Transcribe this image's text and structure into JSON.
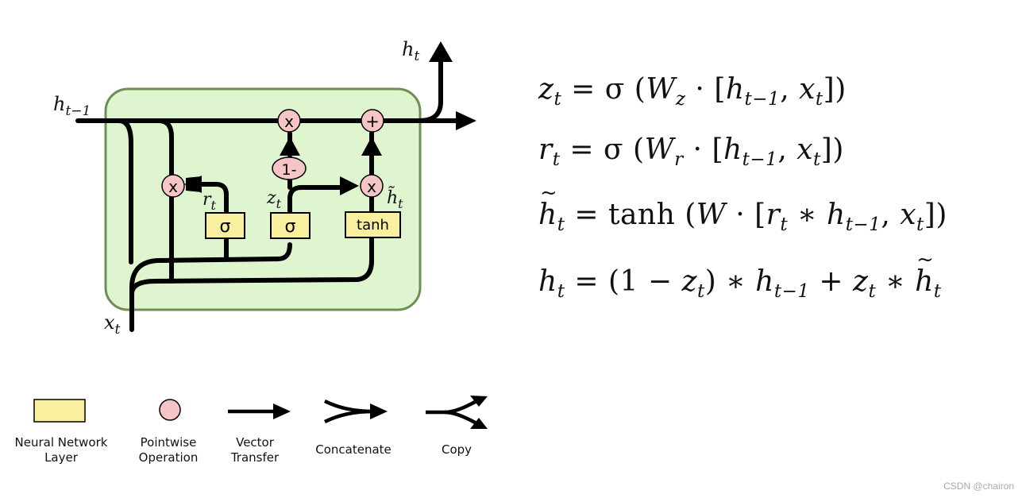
{
  "diagram": {
    "labels": {
      "h_prev": "h",
      "h_prev_sub": "t−1",
      "h_out": "h",
      "h_out_sub": "t",
      "x_in": "x",
      "x_in_sub": "t",
      "r_gate": "r",
      "r_gate_sub": "t",
      "z_gate": "z",
      "z_gate_sub": "t",
      "h_tilde": "h̃",
      "h_tilde_sub": "t"
    },
    "layers": {
      "sigma_r": "σ",
      "sigma_z": "σ",
      "tanh": "tanh"
    },
    "ops": {
      "mul_r": "x",
      "mul_out": "x",
      "mul_top": "x",
      "add": "+",
      "one_minus": "1-"
    },
    "colors": {
      "cell_bg": "#dff5cf",
      "cell_border": "#6f8e55",
      "layer_fill": "#f8ef9f",
      "op_fill": "#f6c6c6",
      "line": "#000000"
    }
  },
  "equations": [
    {
      "id": "z",
      "parts": [
        "z",
        "t",
        " = σ (",
        "W",
        "z",
        " · [",
        "h",
        "t−1",
        ", ",
        "x",
        "t",
        "])"
      ]
    },
    {
      "id": "r",
      "parts": [
        "r",
        "t",
        " = σ (",
        "W",
        "r",
        " · [",
        "h",
        "t−1",
        ", ",
        "x",
        "t",
        "])"
      ]
    },
    {
      "id": "htilde",
      "parts": [
        "h",
        "t",
        " = tanh (",
        "W",
        " · [",
        "r",
        "t",
        " ∗ ",
        "h",
        "t−1",
        ", ",
        "x",
        "t",
        "])"
      ]
    },
    {
      "id": "h",
      "parts": [
        "h",
        "t",
        " = (1 − ",
        "z",
        "t",
        ") ∗ ",
        "h",
        "t−1",
        " + ",
        "z",
        "t",
        " ∗ ",
        "h",
        "t"
      ]
    }
  ],
  "legend": [
    {
      "id": "nn-layer",
      "label": "Neural Network\nLayer"
    },
    {
      "id": "pointwise",
      "label": "Pointwise\nOperation"
    },
    {
      "id": "vector-transfer",
      "label": "Vector\nTransfer"
    },
    {
      "id": "concatenate",
      "label": "Concatenate"
    },
    {
      "id": "copy",
      "label": "Copy"
    }
  ],
  "watermark": "CSDN @chairon"
}
